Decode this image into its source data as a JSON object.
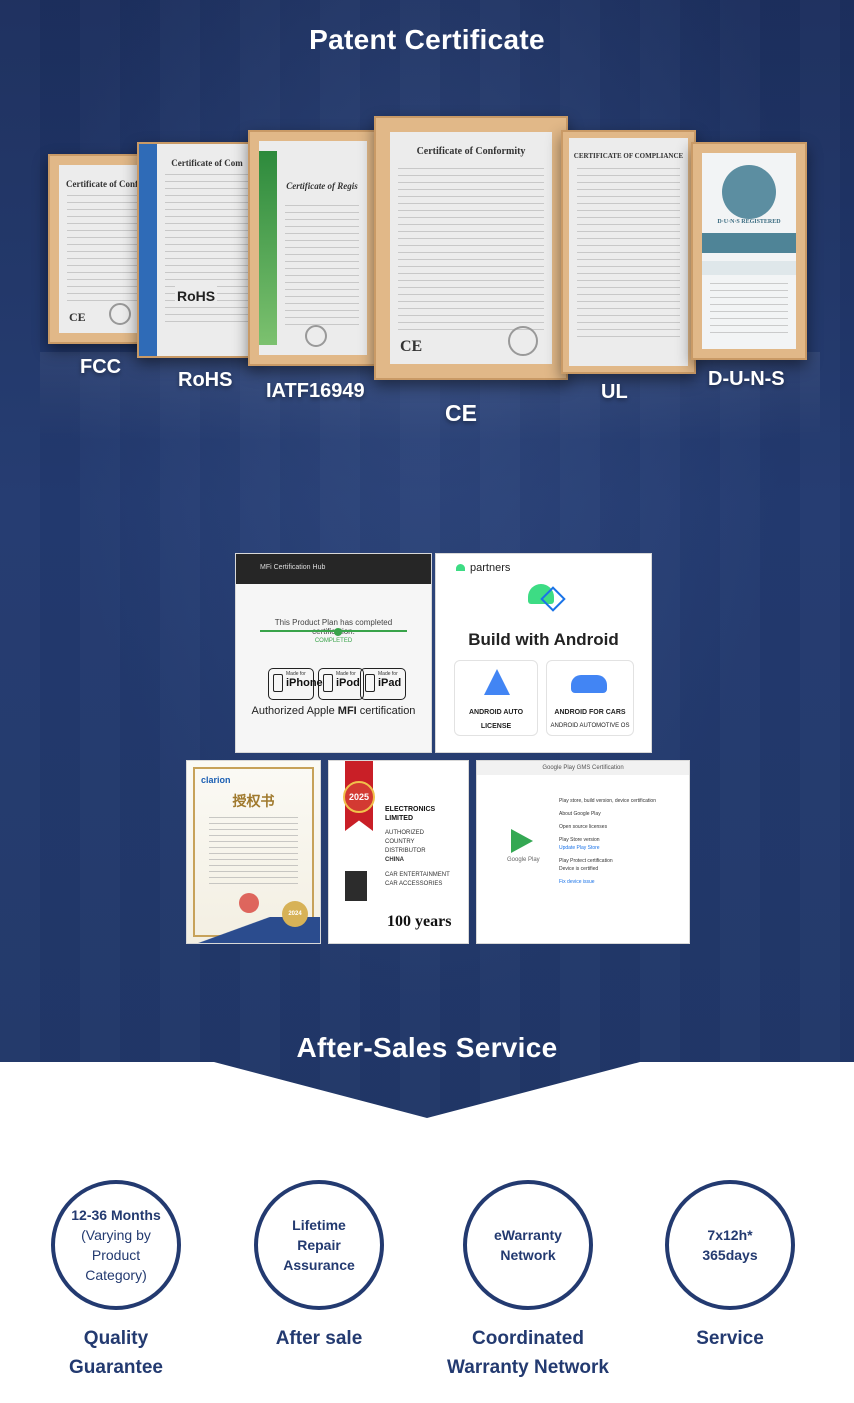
{
  "patent_section": {
    "title": "Patent Certificate",
    "certificates": [
      {
        "label": "FCC",
        "doc_heading": "Certificate of Conf"
      },
      {
        "label": "RoHS",
        "doc_heading": "Certificate of Com"
      },
      {
        "label": "IATF16949",
        "doc_heading": "Certificate of Regis"
      },
      {
        "label": "CE",
        "doc_heading": "Certificate of Conformity"
      },
      {
        "label": "UL",
        "doc_heading": "CERTIFICATE OF COMPLIANCE"
      },
      {
        "label": "D-U-N-S",
        "doc_heading": "D·U·N·S REGISTERED"
      }
    ],
    "rohs_stamp": "RoHS"
  },
  "partners": {
    "mfi": {
      "header": "MFi Certification Hub",
      "status_line": "This Product Plan has completed certification.",
      "complete": "COMPLETED",
      "badges": [
        {
          "made_for": "Made for",
          "device": "iPhone"
        },
        {
          "made_for": "Made for",
          "device": "iPod"
        },
        {
          "made_for": "Made for",
          "device": "iPad"
        }
      ],
      "caption_pre": "Authorized Apple ",
      "caption_bold": "MFI",
      "caption_post": " certification"
    },
    "android": {
      "brand": "partners",
      "headline": "Build with Android",
      "items": [
        {
          "line1": "ANDROID AUTO",
          "line2": "LICENSE"
        },
        {
          "line1": "ANDROID FOR CARS",
          "line2": "ANDROID AUTOMOTIVE OS"
        }
      ]
    },
    "clarion": {
      "logo": "clarion",
      "title": "授权书",
      "medal": "2024"
    },
    "distributor": {
      "year_badge": "2025",
      "company": "ELECTRONICS LIMITED",
      "role": "AUTHORIZED COUNTRY DISTRIBUTOR",
      "country": "CHINA",
      "category": "CAR ENTERTAINMENT CAR ACCESSORIES",
      "anniversary": "100 years"
    },
    "google_play": {
      "header": "Google Play GMS Certification",
      "logo_caption": "Google Play",
      "lines": [
        "Play store, build version, device certification",
        "About Google Play",
        "Open source licenses",
        "Play Store version",
        "Update Play Store",
        "Play Protect certification",
        "Device is certified",
        "Fix device issue"
      ]
    }
  },
  "after_sales": {
    "title": "After-Sales Service",
    "items": [
      {
        "ring_bold": "12-36 Months",
        "ring_lines": [
          "(Varying by",
          "Product",
          "Category)"
        ],
        "title_lines": [
          "Quality",
          "Guarantee"
        ]
      },
      {
        "ring_bold_lines": [
          "Lifetime",
          "Repair",
          "Assurance"
        ],
        "title_lines": [
          "After sale"
        ]
      },
      {
        "ring_bold_lines": [
          "eWarranty",
          "Network"
        ],
        "title_lines": [
          "Coordinated",
          "Warranty Network"
        ]
      },
      {
        "ring_bold_lines": [
          "7x12h*",
          "365days"
        ],
        "title_lines": [
          "Service"
        ]
      }
    ]
  },
  "colors": {
    "navy": "#233a70",
    "frame": "#e1b888",
    "white": "#ffffff"
  }
}
